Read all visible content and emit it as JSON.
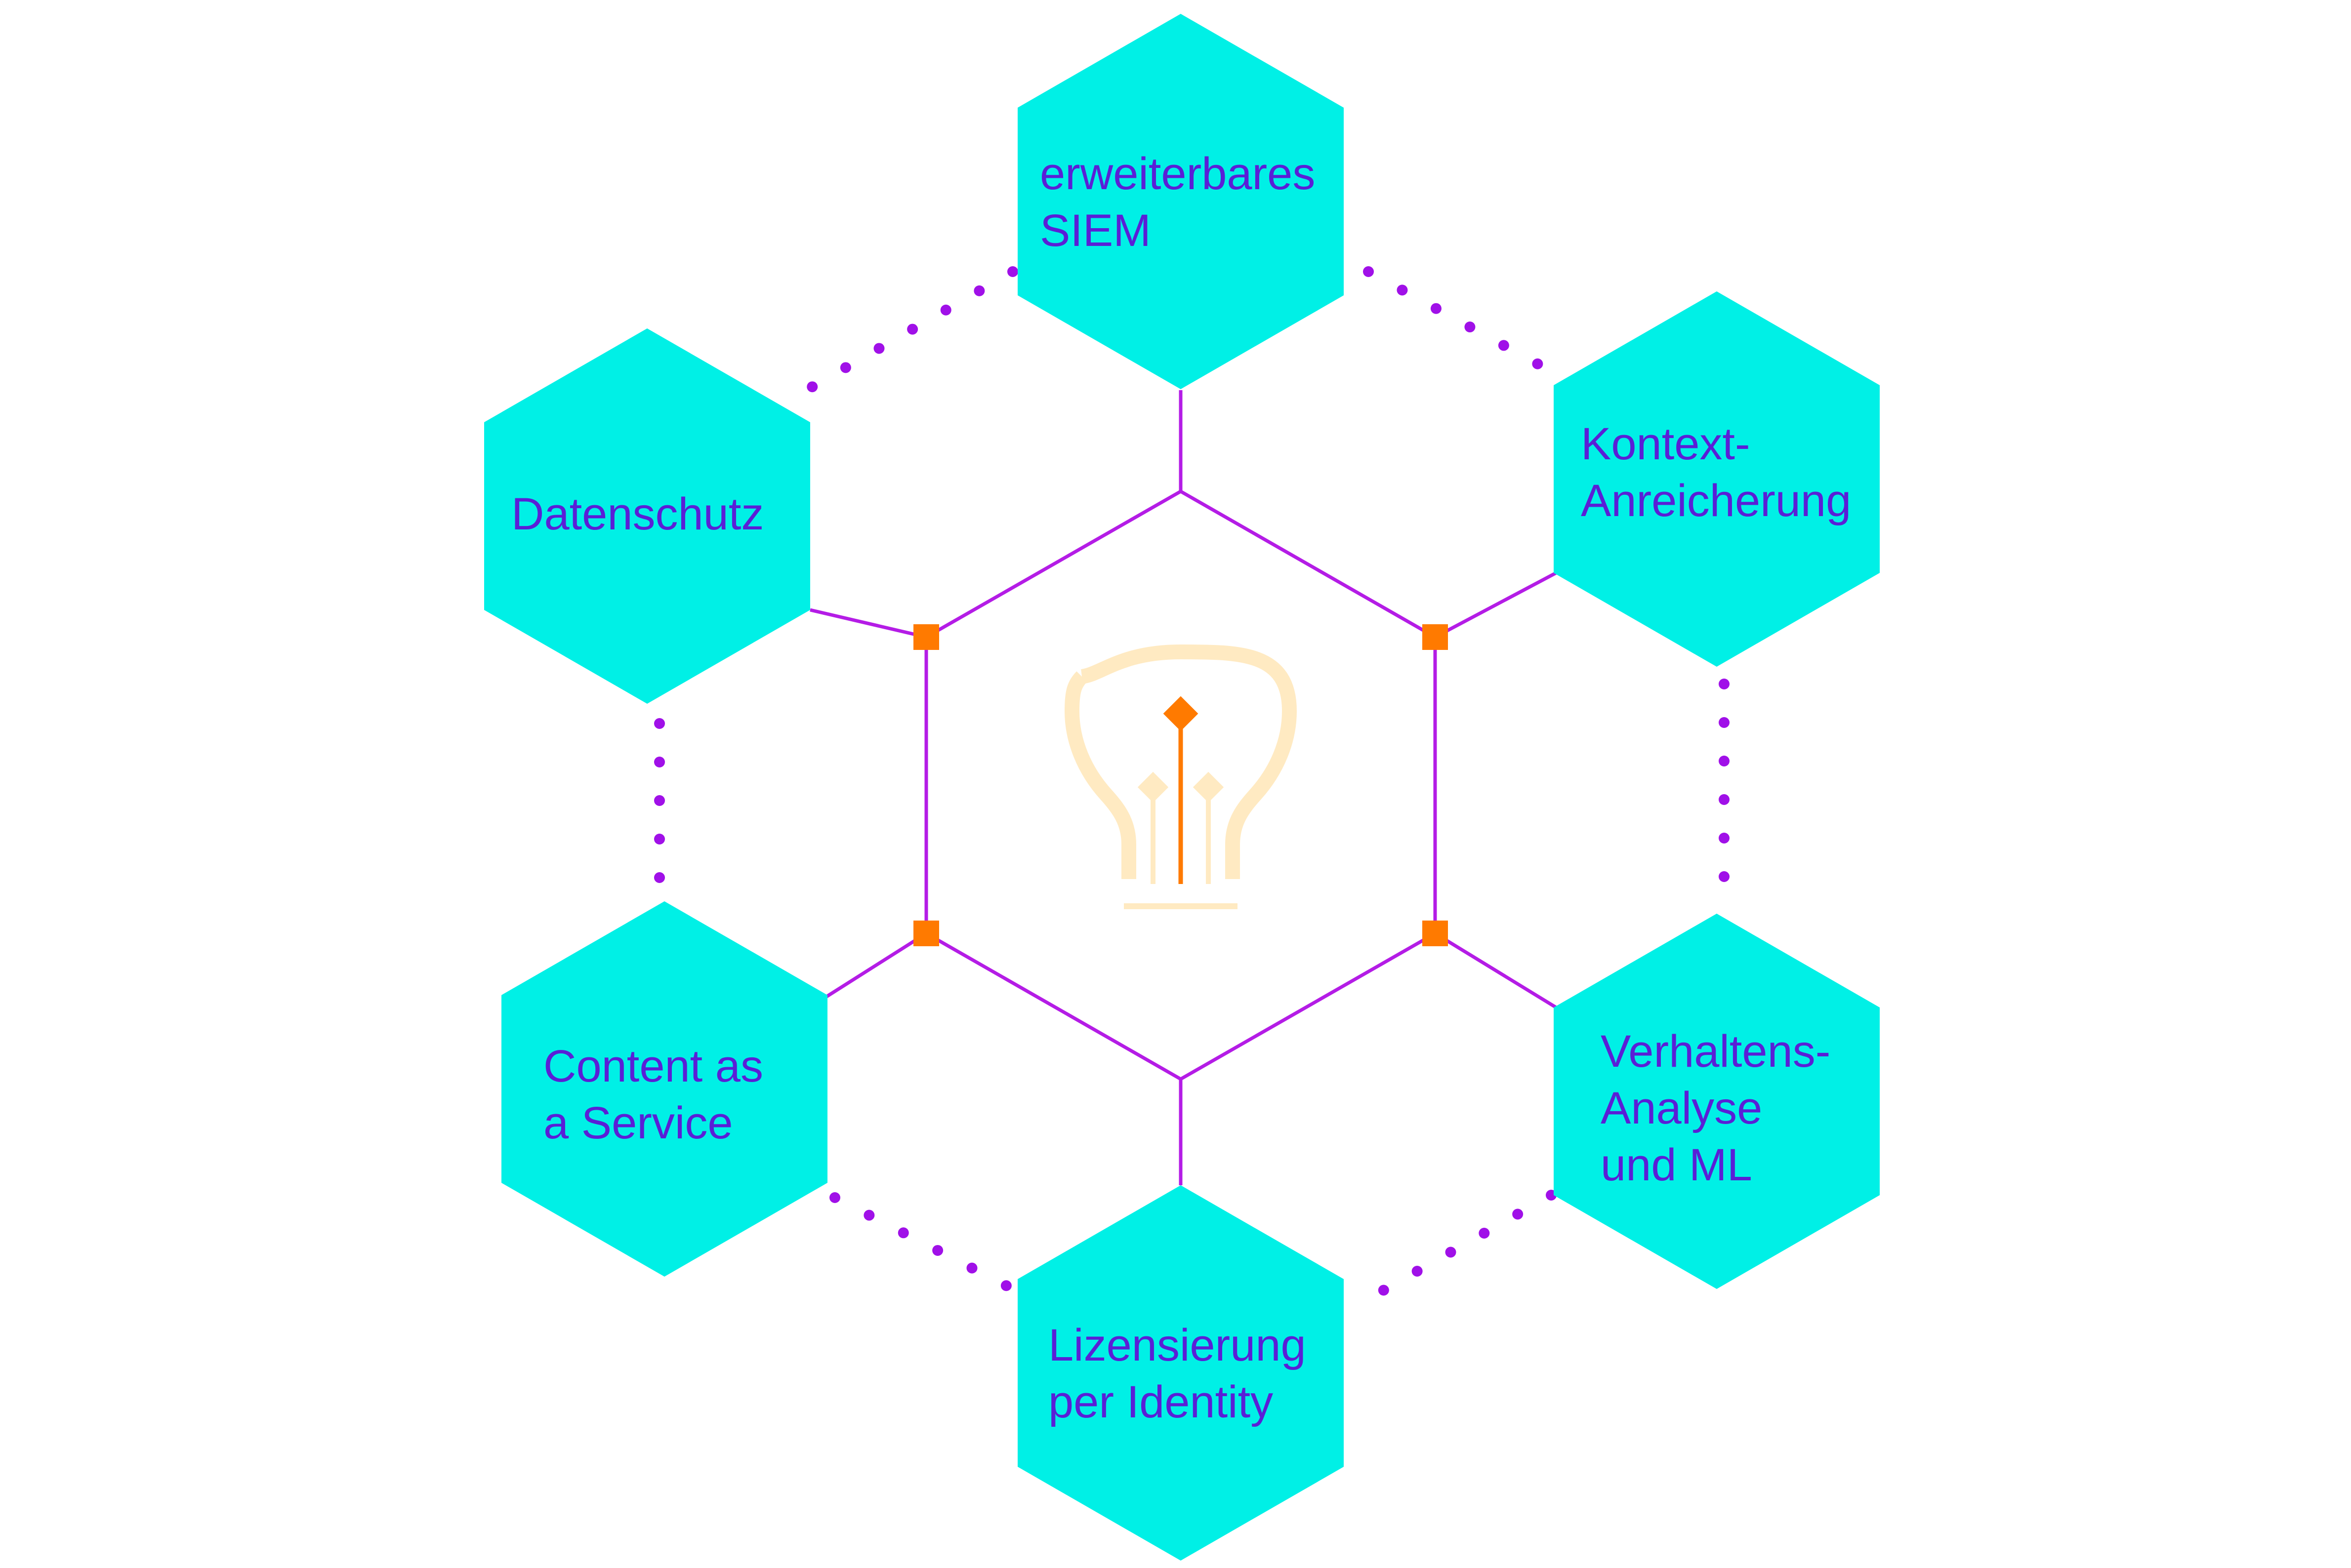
{
  "colors": {
    "hex_fill": "#00f0e6",
    "label_text": "#5a1fd6",
    "connector_line": "#b41ce6",
    "dot_line": "#a010e8",
    "node_marker": "#ff7a00",
    "bulb_outline": "#ffeac2",
    "bulb_accent": "#ff7a00",
    "background": "#ffffff"
  },
  "center": {
    "icon": "lightbulb-circuit-icon"
  },
  "hexagons": [
    {
      "id": "siem",
      "lines": [
        "erweiterbares",
        "SIEM"
      ]
    },
    {
      "id": "context",
      "lines": [
        "Kontext-",
        "Anreicherung"
      ]
    },
    {
      "id": "behavior",
      "lines": [
        "Verhaltens-",
        "Analyse",
        "und ML"
      ]
    },
    {
      "id": "licensing",
      "lines": [
        "Lizensierung",
        "per Identity"
      ]
    },
    {
      "id": "caas",
      "lines": [
        "Content as",
        "a Service"
      ]
    },
    {
      "id": "privacy",
      "lines": [
        "Datenschutz"
      ]
    }
  ]
}
